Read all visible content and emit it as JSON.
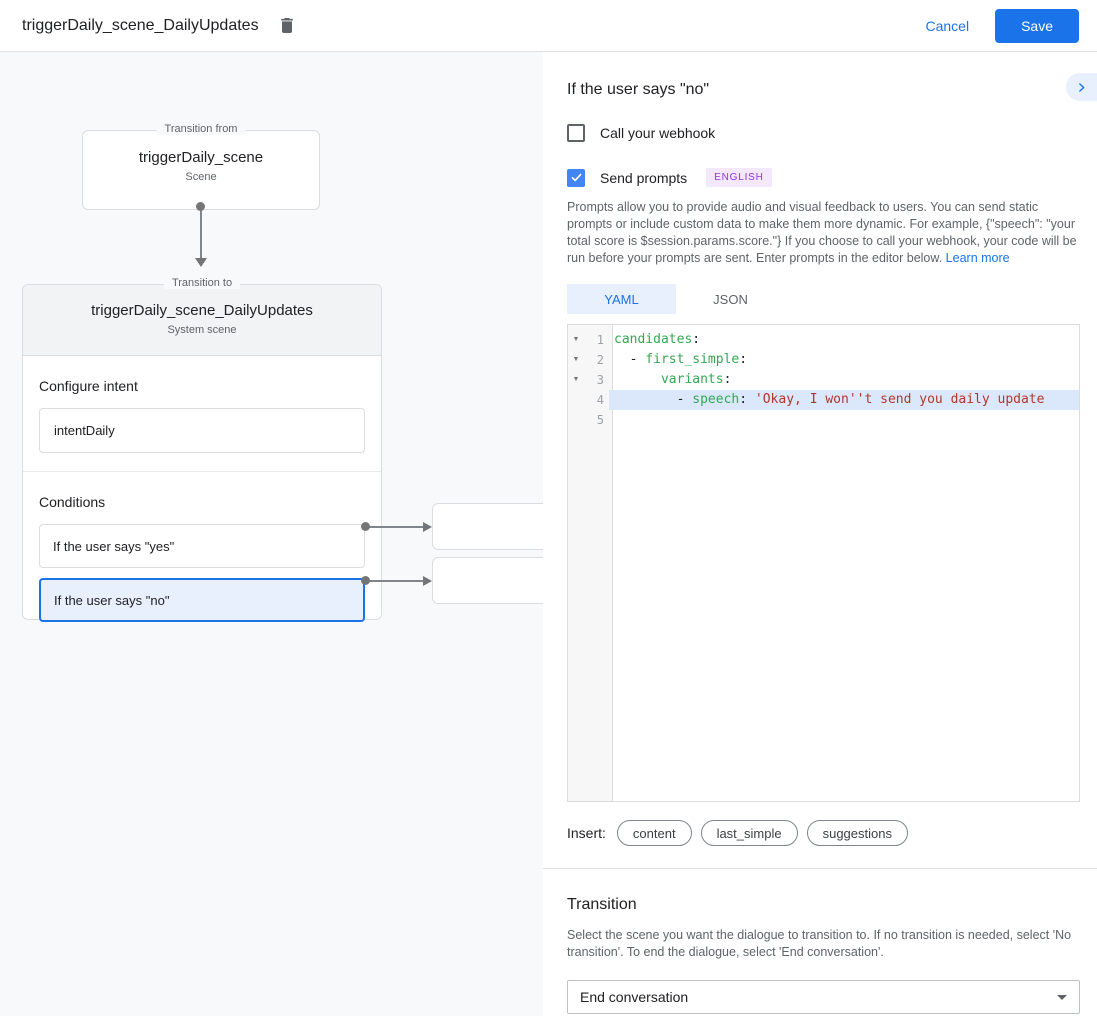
{
  "header": {
    "title": "triggerDaily_scene_DailyUpdates",
    "cancel": "Cancel",
    "save": "Save"
  },
  "canvas": {
    "from_box": {
      "legend": "Transition from",
      "title": "triggerDaily_scene",
      "subtitle": "Scene"
    },
    "to_box": {
      "legend": "Transition to",
      "title": "triggerDaily_scene_DailyUpdates",
      "subtitle": "System scene",
      "intent_label": "Configure intent",
      "intent_value": "intentDaily",
      "conditions_label": "Conditions",
      "conditions": [
        {
          "label": "If the user says \"yes\"",
          "selected": false
        },
        {
          "label": "If the user says \"no\"",
          "selected": true
        }
      ]
    }
  },
  "panel": {
    "title": "If the user says \"no\"",
    "webhook_label": "Call your webhook",
    "prompts_label": "Send prompts",
    "language_badge": "ENGLISH",
    "description": "Prompts allow you to provide audio and visual feedback to users. You can send static prompts or include custom data to make them more dynamic. For example, {\"speech\": \"your total score is $session.params.score.\"} If you choose to call your webhook, your code will be run before your prompts are sent. Enter prompts in the editor below. ",
    "learn_more": "Learn more",
    "tabs": [
      {
        "label": "YAML",
        "active": true
      },
      {
        "label": "JSON",
        "active": false
      }
    ],
    "editor": {
      "lines": [
        {
          "fold": "▼",
          "num": "1",
          "pre": "",
          "key": "candidates",
          "post": ":",
          "str": ""
        },
        {
          "fold": "▼",
          "num": "2",
          "pre": "  - ",
          "key": "first_simple",
          "post": ":",
          "str": ""
        },
        {
          "fold": "▼",
          "num": "3",
          "pre": "      ",
          "key": "variants",
          "post": ":",
          "str": ""
        },
        {
          "fold": "",
          "num": "4",
          "pre": "        - ",
          "key": "speech",
          "post": ": ",
          "str": "'Okay, I won''t send you daily update"
        },
        {
          "fold": "",
          "num": "5",
          "pre": "",
          "key": "",
          "post": "",
          "str": ""
        }
      ]
    },
    "insert_label": "Insert:",
    "insert_chips": [
      "content",
      "last_simple",
      "suggestions"
    ],
    "transition": {
      "title": "Transition",
      "description": "Select the scene you want the dialogue to transition to. If no transition is needed, select 'No transition'. To end the dialogue, select 'End conversation'.",
      "selected_value": "End conversation"
    }
  },
  "colors": {
    "accent_blue": "#1a73e8",
    "checkbox_blue": "#4285f4",
    "badge_purple_text": "#9334e6",
    "badge_purple_bg": "#f3e8fd",
    "selected_condition_bg": "#e8f0fe",
    "code_key_green": "#34a853",
    "code_string_red": "#b3362b",
    "active_line_bg": "#dbe8fc"
  }
}
